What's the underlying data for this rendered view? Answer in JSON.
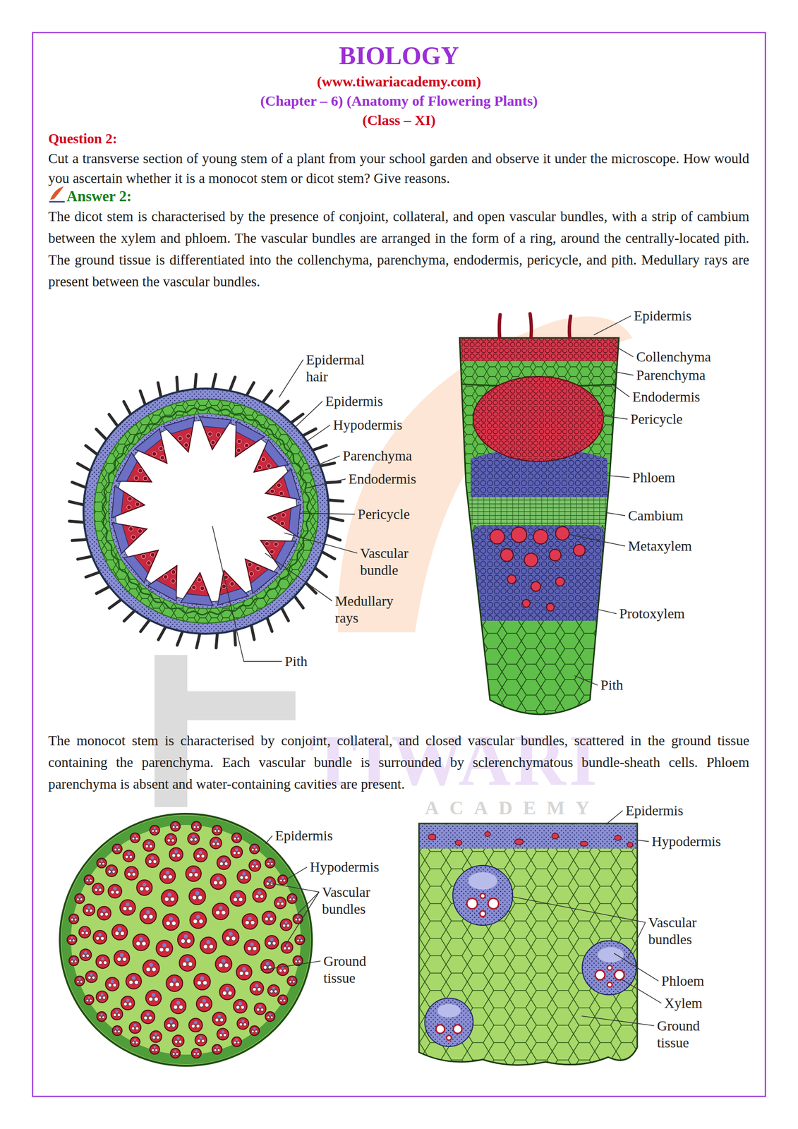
{
  "diagram": {
    "title": "BIOLOGY",
    "labels": [
      "(www.tiwariacademy.com)",
      "(Chapter – 6) (Anatomy of Flowering Plants)",
      "(Class – XI)",
      "Question 2:",
      "Cut a transverse section of young stem of a plant from your school garden and observe it under the microscope. How would you ascertain whether it is a monocot stem or dicot stem? Give reasons.",
      "Answer 2:",
      "The dicot stem is characterised by the presence of conjoint, collateral, and open vascular bundles, with a strip of cambium between the xylem and phloem. The vascular bundles are arranged in the form of a ring, around the centrally-located pith. The ground tissue is differentiated into the collenchyma, parenchyma, endodermis, pericycle, and pith. Medullary rays are present between the vascular bundles.",
      "Epidermal hair",
      "Epidermis",
      "Hypodermis",
      "Parenchyma",
      "Endodermis",
      "Pericycle",
      "Vascular bundle",
      "Medullary rays",
      "Pith",
      "Epidermis",
      "Collenchyma",
      "Parenchyma",
      "Endodermis",
      "Pericycle",
      "Phloem",
      "Cambium",
      "Metaxylem",
      "Protoxylem",
      "Pith",
      "The monocot stem is characterised by conjoint, collateral, and closed vascular bundles, scattered in the ground tissue containing the parenchyma. Each vascular bundle is surrounded by sclerenchymatous bundle-sheath cells. Phloem parenchyma is absent and water-containing cavities are present.",
      "Epidermis",
      "Hypodermis",
      "Vascular bundles",
      "Ground tissue",
      "Epidermis",
      "Hypodermis",
      "Vascular bundles",
      "Phloem",
      "Xylem",
      "Ground tissue",
      "TIWARI",
      "ACADEMY"
    ]
  }
}
